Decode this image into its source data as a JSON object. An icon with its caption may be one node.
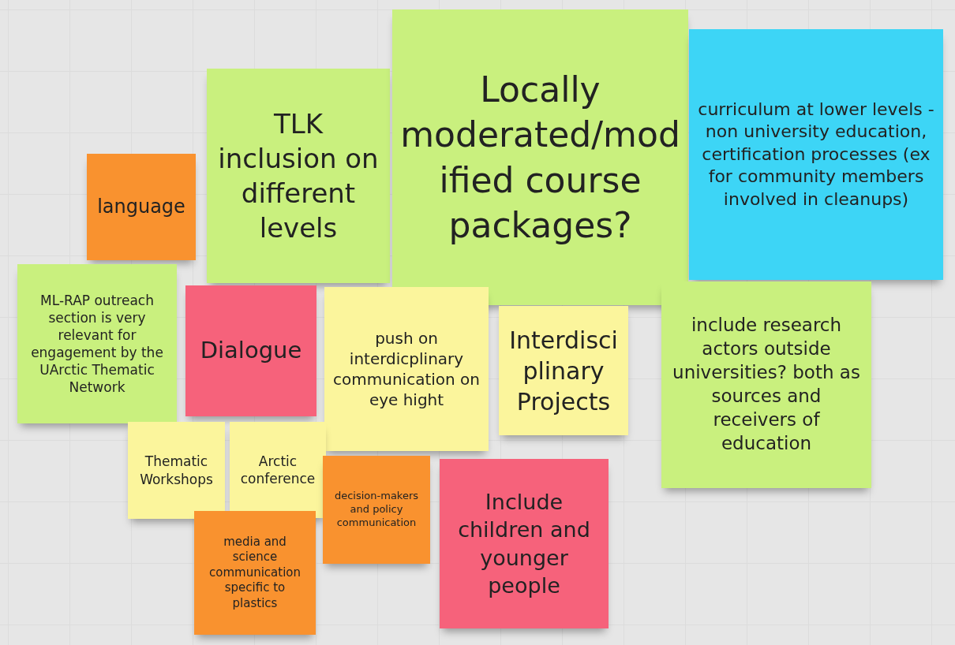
{
  "diagram": {
    "nodes": [
      {
        "text": [
          "language"
        ]
      },
      {
        "text": [
          "TLK inclusion on different levels"
        ]
      },
      {
        "text": [
          "Locally moderated/modified course packages?"
        ]
      },
      {
        "text": [
          "curriculum at lower levels - non university education, certification processes (ex for community members involved in cleanups)"
        ]
      },
      {
        "text": [
          "ML-RAP outreach section is very relevant for engagement by the UArctic Thematic Network"
        ]
      },
      {
        "text": [
          "Dialogue"
        ]
      },
      {
        "text": [
          "push on interdicplinary communication on eye hight"
        ]
      },
      {
        "text": [
          "Interdisciplinary Projects"
        ]
      },
      {
        "text": [
          "include research actors outside universities? both as sources and receivers of education"
        ]
      },
      {
        "text": [
          "Thematic Workshops"
        ]
      },
      {
        "text": [
          "Arctic conference"
        ]
      },
      {
        "text": [
          "decision-makers and policy communication"
        ]
      },
      {
        "text": [
          "Include children and younger people"
        ]
      },
      {
        "text": [
          "media and science communication specific to plastics"
        ]
      }
    ]
  }
}
